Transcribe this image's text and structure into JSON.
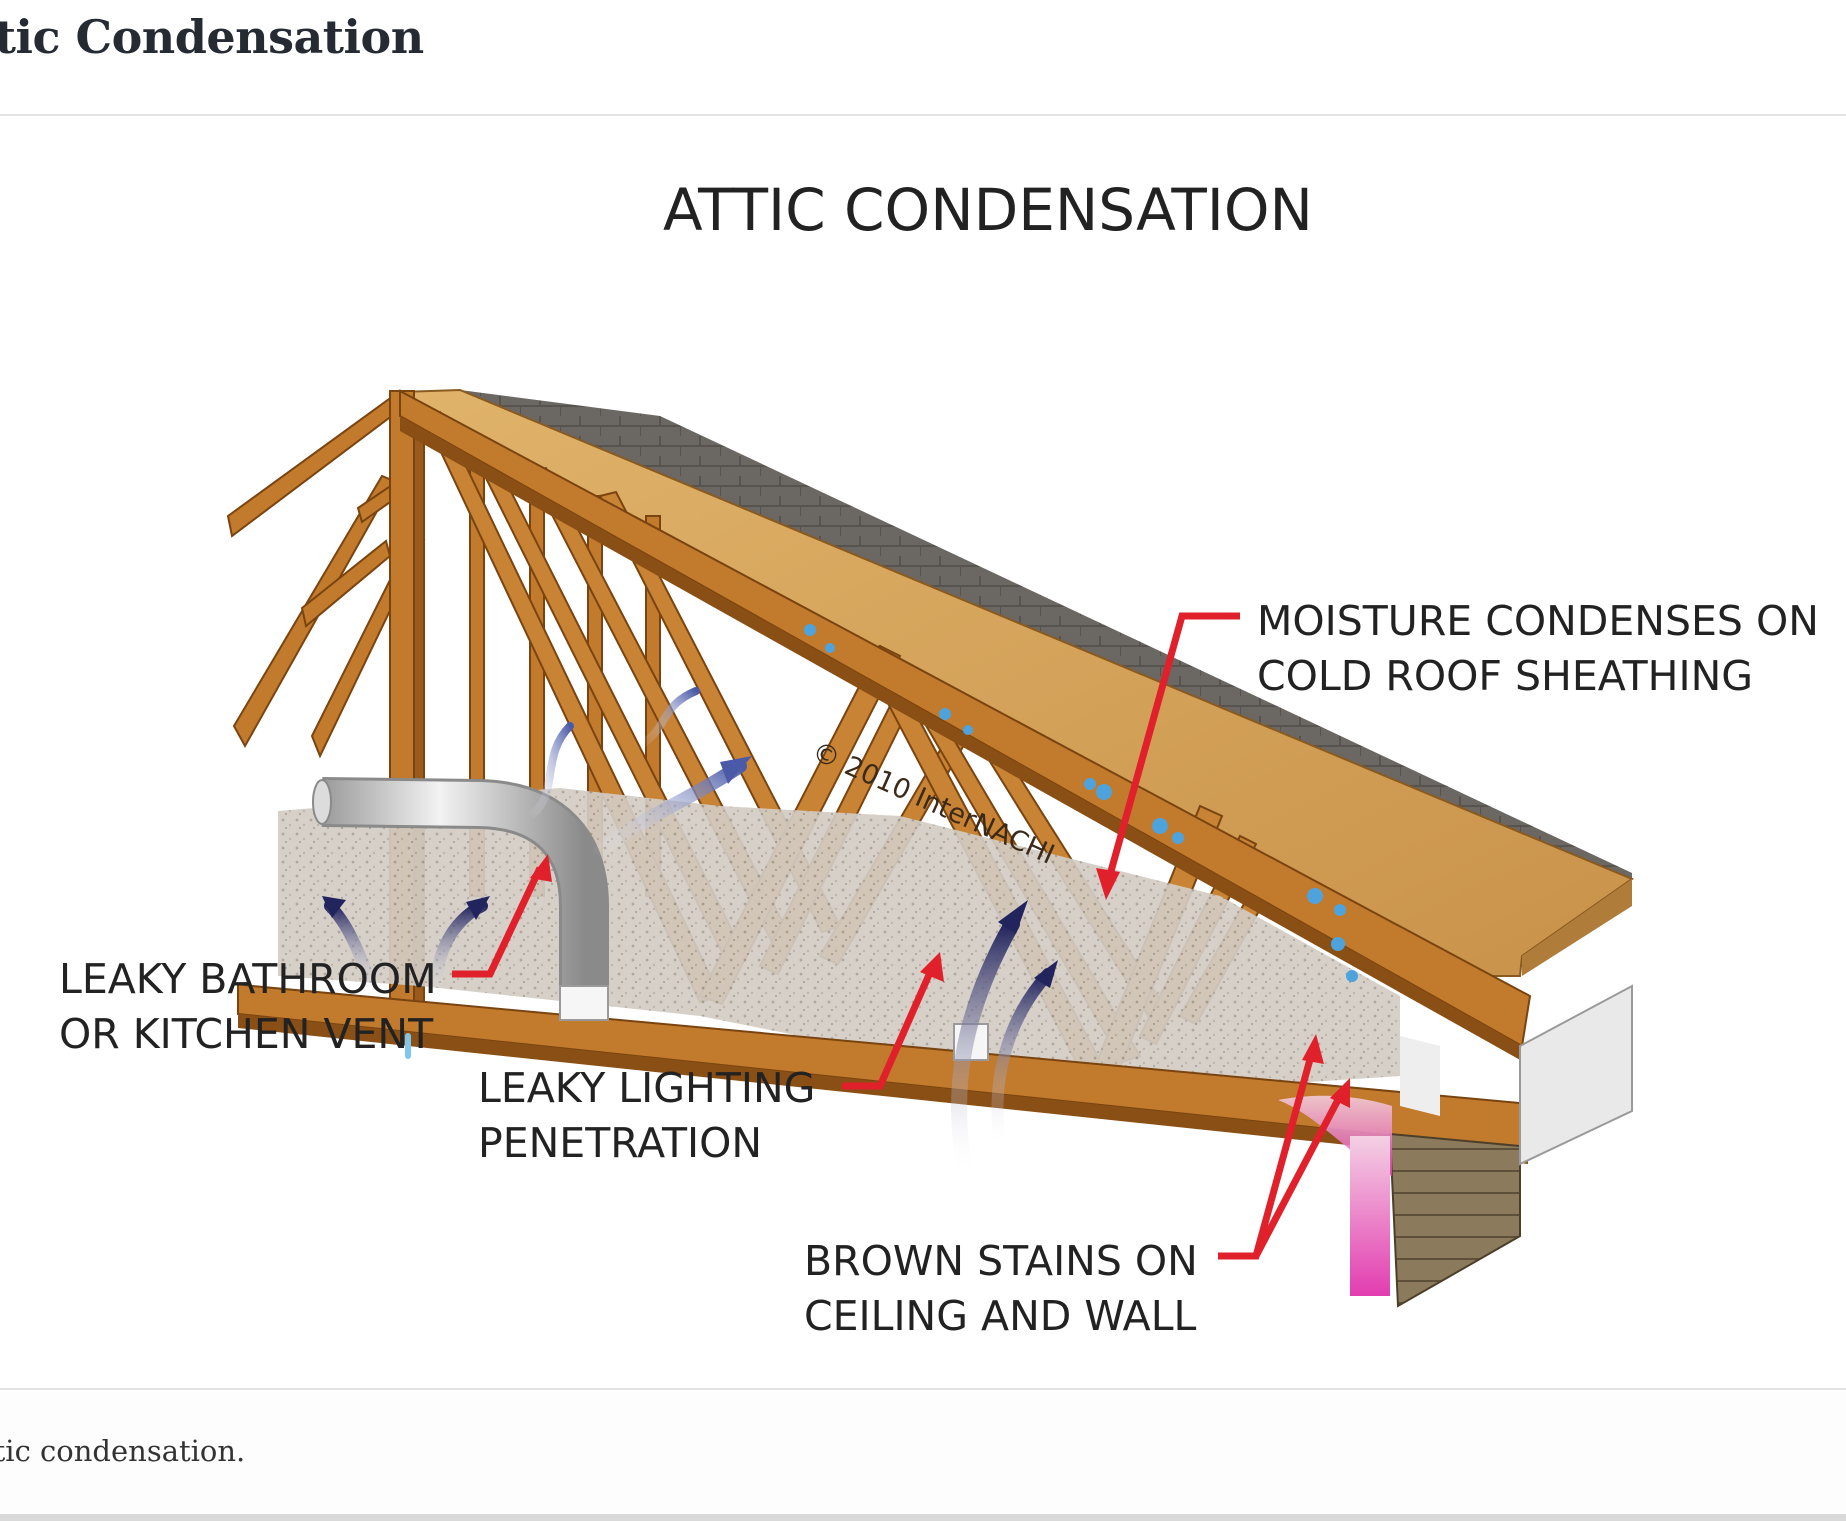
{
  "header": {
    "title": "ttic Condensation"
  },
  "figure": {
    "title": "ATTIC CONDENSATION",
    "watermark": "© 2010  InterNACHI",
    "labels": {
      "moisture": [
        "MOISTURE CONDENSES ON",
        "COLD ROOF SHEATHING"
      ],
      "bathroom_vent": [
        "LEAKY BATHROOM",
        "OR KITCHEN VENT"
      ],
      "lighting": [
        "LEAKY LIGHTING",
        "PENETRATION"
      ],
      "stains": [
        "BROWN STAINS ON",
        "CEILING AND WALL"
      ]
    },
    "colors": {
      "wood": "#c27a2c",
      "wood_dark": "#8a4f14",
      "sheathing": "#d9a95a",
      "shingles": "#6e6a66",
      "insulation": "#cfc8c0",
      "callout": "#e0202a",
      "airflow": "#22245e",
      "stain": "#e040b0"
    }
  },
  "caption": {
    "text": "ttic condensation."
  }
}
